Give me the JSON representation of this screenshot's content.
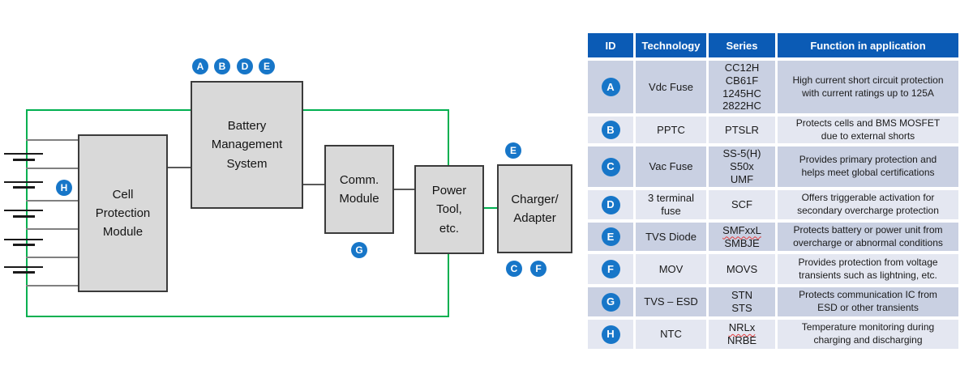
{
  "colors": {
    "header_blue": "#0B5BB5",
    "badge_blue": "#1776C8",
    "row_dark": "#C9D0E2",
    "row_light": "#E4E7F1",
    "wire_green": "#00B050",
    "box_fill": "#D9D9D9",
    "box_border": "#3B3B3B",
    "wire_gray": "#808080",
    "connector_gray": "#595959"
  },
  "diagram": {
    "boxes": {
      "cell_protection": {
        "label": "Cell\nProtection\nModule"
      },
      "bms": {
        "label": "Battery\nManagement\nSystem"
      },
      "comm": {
        "label": "Comm.\nModule"
      },
      "power_tool": {
        "label": "Power\nTool,\netc."
      },
      "charger": {
        "label": "Charger/\nAdapter"
      }
    },
    "badges": {
      "a": "A",
      "b": "B",
      "d": "D",
      "e_bms": "E",
      "h": "H",
      "g": "G",
      "e_charger": "E",
      "c": "C",
      "f": "F"
    }
  },
  "table": {
    "headers": [
      "ID",
      "Technology",
      "Series",
      "Function in application"
    ],
    "rows": [
      {
        "id": "A",
        "technology": "Vdc Fuse",
        "series": [
          "CC12H",
          "CB61F",
          "1245HC",
          "2822HC"
        ],
        "function": "High current short circuit protection\nwith current ratings up to 125A"
      },
      {
        "id": "B",
        "technology": "PPTC",
        "series": [
          "PTSLR"
        ],
        "function": "Protects cells and BMS MOSFET\ndue to external shorts"
      },
      {
        "id": "C",
        "technology": "Vac Fuse",
        "series": [
          "SS-5(H)",
          "S50x",
          "UMF"
        ],
        "function": "Provides primary protection and\nhelps meet global certifications"
      },
      {
        "id": "D",
        "technology": "3 terminal\nfuse",
        "series": [
          "SCF"
        ],
        "function": "Offers triggerable activation for\nsecondary overcharge protection"
      },
      {
        "id": "E",
        "technology": "TVS Diode",
        "series": [
          "SMFxxL",
          "SMBJE"
        ],
        "function": "Protects battery or power unit from\novercharge or abnormal conditions"
      },
      {
        "id": "F",
        "technology": "MOV",
        "series": [
          "MOVS"
        ],
        "function": "Provides protection from voltage\ntransients such as lightning, etc."
      },
      {
        "id": "G",
        "technology": "TVS – ESD",
        "series": [
          "STN",
          "STS"
        ],
        "function": "Protects communication IC from\nESD or other transients"
      },
      {
        "id": "H",
        "technology": "NTC",
        "series": [
          "NRLx",
          "NRBE"
        ],
        "function": "Temperature monitoring during\ncharging and discharging"
      }
    ]
  }
}
